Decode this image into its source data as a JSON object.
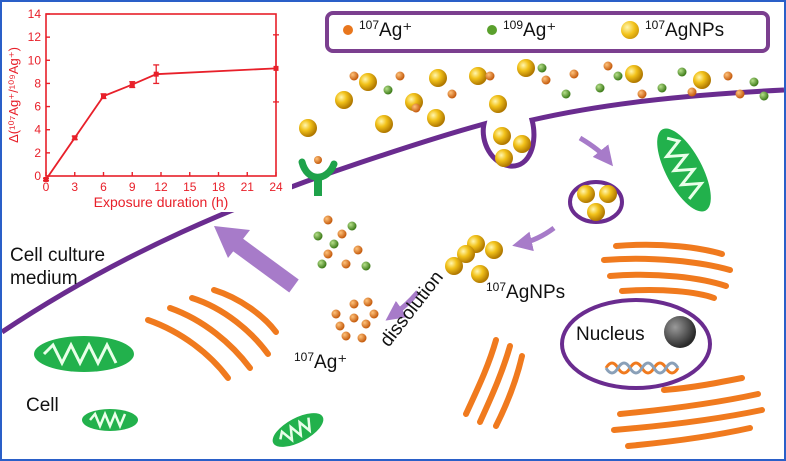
{
  "legend": {
    "ag107_ion": {
      "sup": "107",
      "text": "Ag⁺"
    },
    "ag109_ion": {
      "sup": "109",
      "text": "Ag⁺"
    },
    "ag107_nps": {
      "sup": "107",
      "text": "AgNPs"
    }
  },
  "labels": {
    "medium_line1": "Cell culture",
    "medium_line2": "medium",
    "cell": "Cell",
    "nucleus": "Nucleus",
    "dissolution": "dissolution",
    "nps_sup": "107",
    "nps_text": "AgNPs",
    "ion_sup": "107",
    "ion_text": "Ag⁺"
  },
  "colors": {
    "membrane": "#6a2c8f",
    "arrow": "#a77bc9",
    "mito": "#22b14c",
    "golgi": "#f07a1e",
    "ag107": "#e8761d",
    "ag109": "#5aa02c",
    "np": "#e8b010",
    "chart": "#e8202a"
  },
  "chart_data": {
    "type": "line",
    "xlabel": "Exposure duration (h)",
    "ylabel": "Δ(¹⁰⁷Ag⁺/¹⁰⁹Ag⁺)",
    "xlim": [
      0,
      24
    ],
    "ylim": [
      0,
      14
    ],
    "xticks": [
      0,
      3,
      6,
      9,
      12,
      15,
      18,
      21,
      24
    ],
    "yticks": [
      0,
      2,
      4,
      6,
      8,
      10,
      12,
      14
    ],
    "x": [
      0,
      3,
      6,
      9,
      11.5,
      24
    ],
    "y": [
      -0.3,
      3.3,
      6.9,
      7.9,
      8.8,
      9.3
    ],
    "yerr": [
      0.1,
      0.15,
      0.2,
      0.25,
      0.8,
      2.9
    ]
  }
}
